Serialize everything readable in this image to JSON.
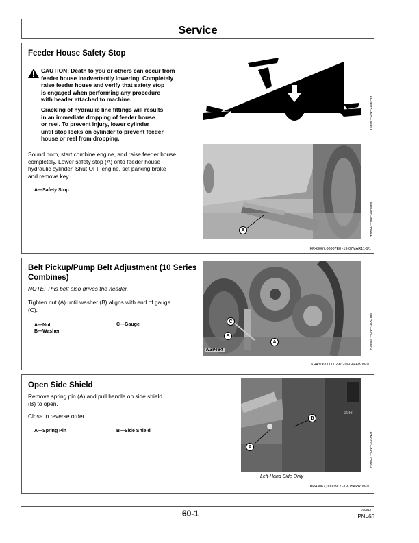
{
  "header": {
    "title": "Service"
  },
  "sections": [
    {
      "heading": "Feeder House Safety Stop",
      "caution_lines": [
        "CAUTION: Death to you or others can occur from",
        "feeder house inadvertently lowering. Completely",
        "raise feeder house and verify that safety stop",
        "is engaged when performing any procedure",
        "with header attached to machine."
      ],
      "warning_lines": [
        "Cracking of hydraulic line fittings will results",
        "in an immediate dropping of feeder house",
        "or reel. To prevent injury, lower cylinder",
        "until stop locks on cylinder to prevent feeder",
        "house or reel from dropping."
      ],
      "body_lines": [
        "Sound horn, start combine engine, and raise feeder house",
        "completely.  Lower safety stop (A) onto feeder house",
        "hydraulic cylinder.  Shut OFF engine, set parking brake",
        "and remove key."
      ],
      "legend": [
        "A—Safety Stop"
      ],
      "figure_ids": [
        "TS696 —UN—21SEP89",
        "H90601 —UN—20FEB08"
      ],
      "callouts": [
        "A"
      ],
      "ref": "KR43067,00007E8 -19-07MAR11-1/1"
    },
    {
      "heading_lines": [
        "Belt Pickup/Pump Belt Adjustment (10 Series",
        "Combines)"
      ],
      "note": "NOTE: This belt also drives the header.",
      "body_lines": [
        "Tighten nut (A) until washer (B) aligns with end of gauge",
        "(C)."
      ],
      "legend_left": [
        "A—Nut",
        "B—Washer"
      ],
      "legend_right": [
        "C—Gauge"
      ],
      "figure_ids": [
        "H39484 —UN—11OCT88"
      ],
      "photo_label": "N39484",
      "callouts": [
        "C",
        "B",
        "A"
      ],
      "ref": "KR43067,0000297 -19-04FEB09-1/1"
    },
    {
      "heading": "Open Side Shield",
      "body_lines": [
        "Remove spring pin (A) and pull handle on side shield",
        "(B) to open."
      ],
      "body2": "Close in reverse order.",
      "legend_left": [
        "A—Spring Pin"
      ],
      "legend_right": [
        "B—Side Shield"
      ],
      "figure_ids": [
        "H93624 —UN—24JUN09"
      ],
      "caption": "Left-Hand Side Only",
      "callouts": [
        "B",
        "A"
      ],
      "photo_label": "65R",
      "ref": "KR43067,00003C7 -19-15APR09-1/1"
    }
  ],
  "footer": {
    "page_number": "60-1",
    "small_code": "070913",
    "pn": "PN=66"
  }
}
